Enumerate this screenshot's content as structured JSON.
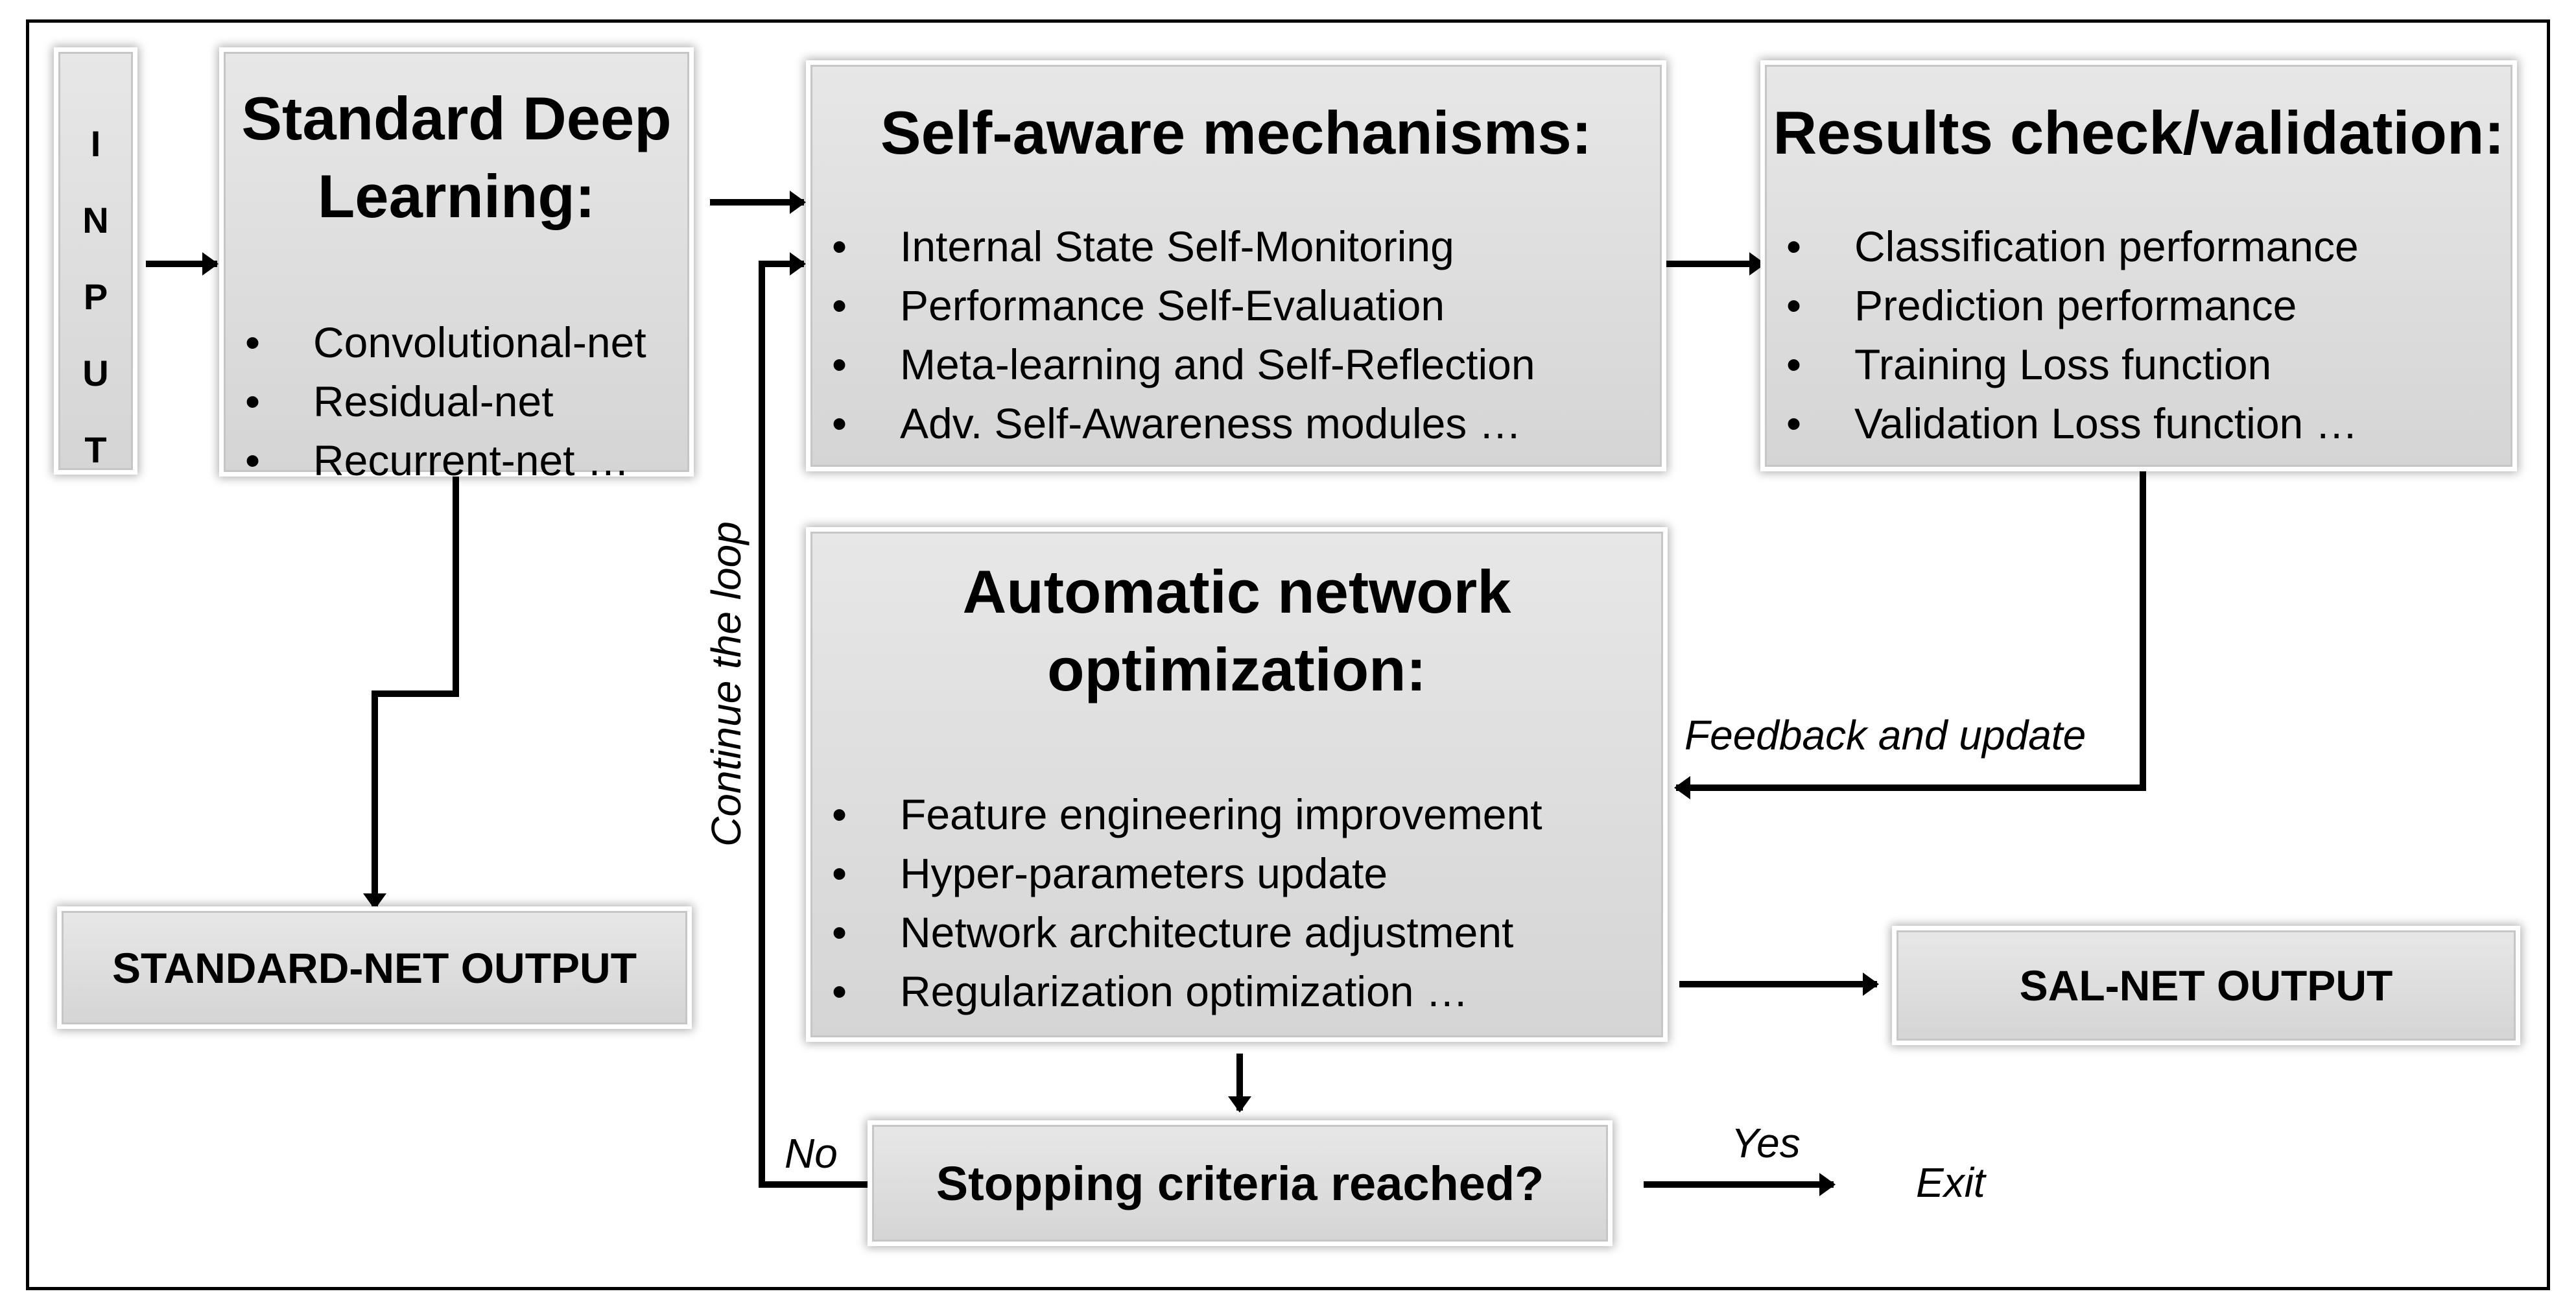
{
  "input_box": {
    "letters": [
      "I",
      "N",
      "P",
      "U",
      "T"
    ]
  },
  "standard_dl": {
    "title_line1": "Standard Deep",
    "title_line2": "Learning:",
    "items": [
      "Convolutional-net",
      "Residual-net",
      "Recurrent-net …"
    ]
  },
  "self_aware": {
    "title": "Self-aware mechanisms:",
    "items": [
      "Internal State Self-Monitoring",
      "Performance Self-Evaluation",
      "Meta-learning and Self-Reflection",
      "Adv. Self-Awareness modules …"
    ]
  },
  "results_check": {
    "title": "Results check/validation:",
    "items": [
      "Classification performance",
      "Prediction performance",
      "Training Loss function",
      "Validation Loss function …"
    ]
  },
  "auto_opt": {
    "title_line1": "Automatic network",
    "title_line2": "optimization:",
    "items": [
      "Feature engineering improvement",
      "Hyper-parameters update",
      "Network architecture adjustment",
      "Regularization optimization …"
    ]
  },
  "standard_output": {
    "label": "STANDARD-NET OUTPUT"
  },
  "sal_output": {
    "label": "SAL-NET OUTPUT"
  },
  "stopping": {
    "label": "Stopping criteria reached?"
  },
  "edge_labels": {
    "continue": "Continue the loop",
    "feedback": "Feedback and update",
    "no": "No",
    "yes": "Yes",
    "exit": "Exit"
  }
}
